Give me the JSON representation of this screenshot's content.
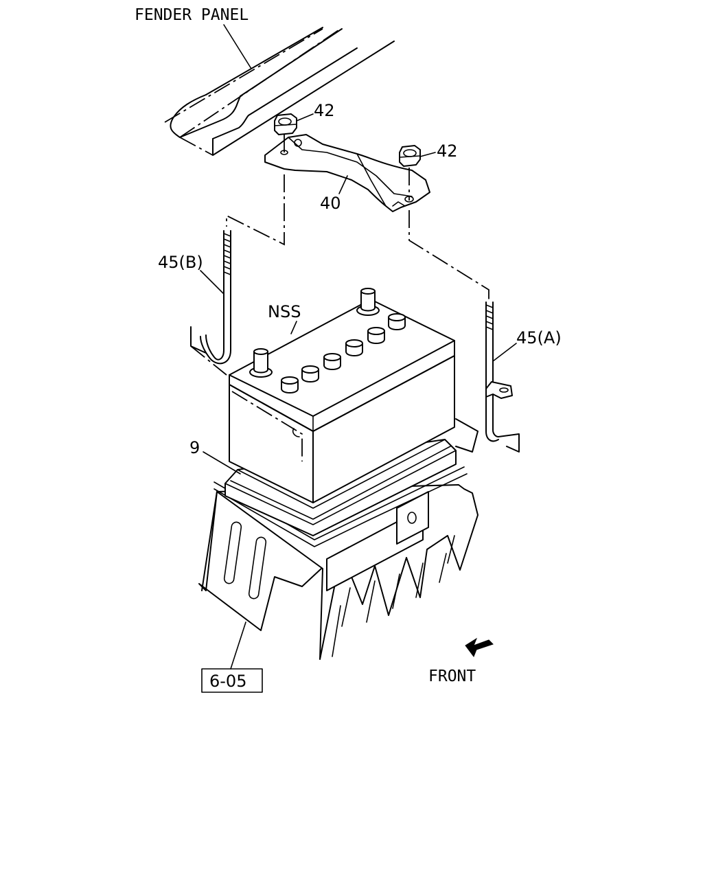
{
  "labels": {
    "fender_panel": "FENDER PANEL",
    "nut_42_a": "42",
    "nut_42_b": "42",
    "clamp_40": "40",
    "rod_45b": "45(B)",
    "rod_45a": "45(A)",
    "battery_nss": "NSS",
    "tray_9": "9",
    "ref_box": "6-05",
    "front": "FRONT"
  },
  "icons": {
    "front_arrow": "arrow-down-left-icon"
  },
  "colors": {
    "line": "#000000",
    "background": "#ffffff"
  }
}
